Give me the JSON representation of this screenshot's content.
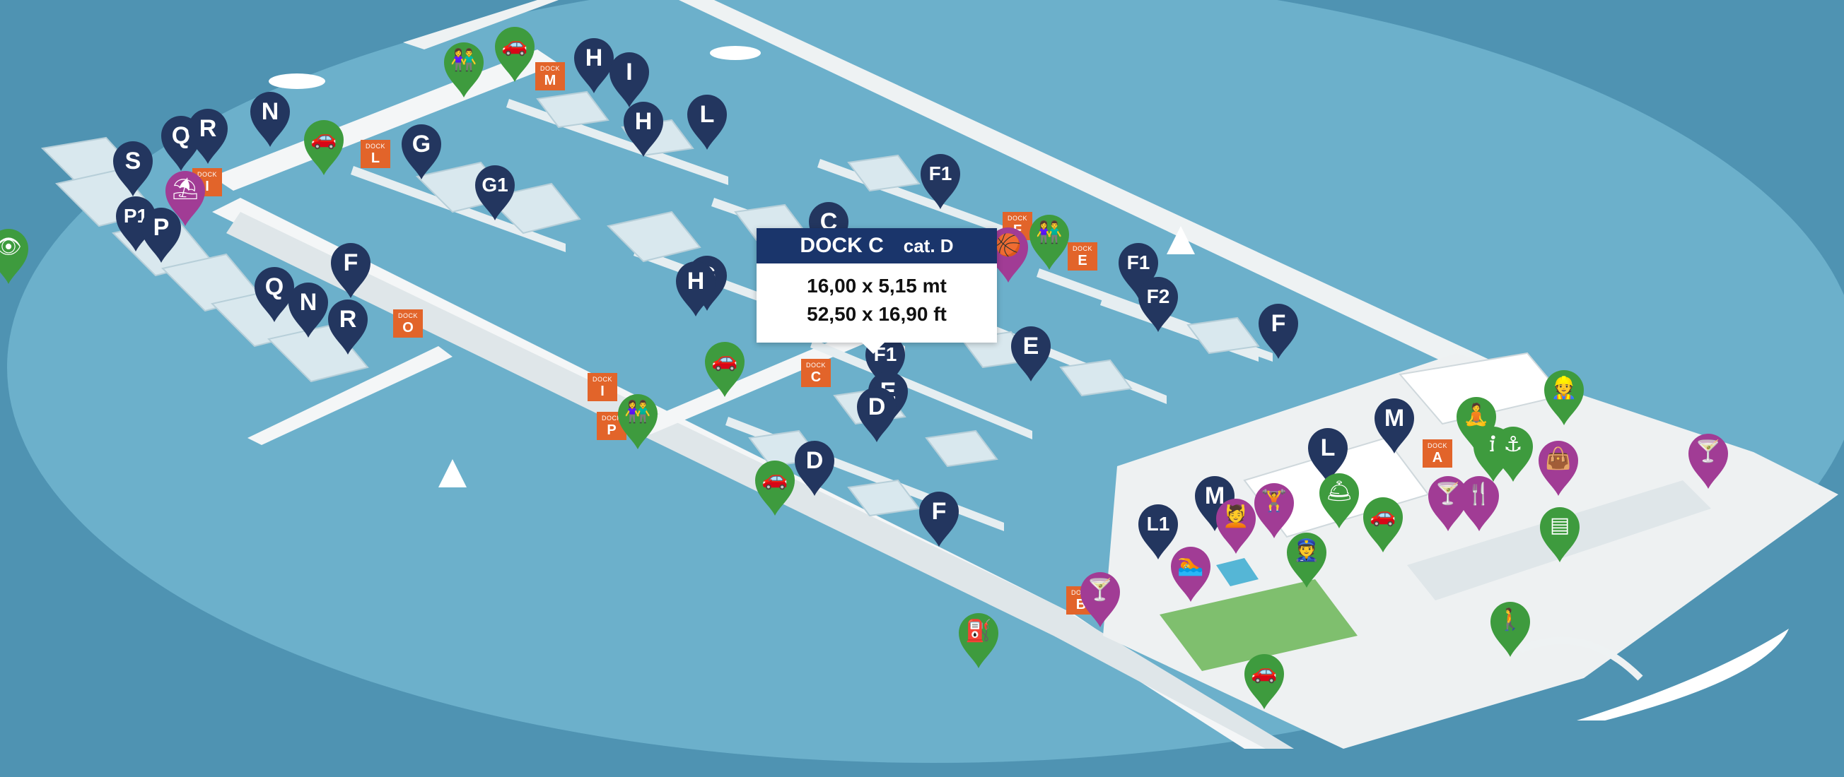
{
  "colors": {
    "sea": "#4f93b2",
    "lagoon": "#6cb0cb",
    "pier": "#f1f4f5",
    "pin_navy": "#23365f",
    "pin_green": "#3e9b3e",
    "pin_magenta": "#a13c95",
    "dock_orange": "#e2642a",
    "popup_header": "#1a356b"
  },
  "popup": {
    "dock": "DOCK C",
    "category": "cat. D",
    "size_metric": "16,00 x 5,15 mt",
    "size_imperial": "52,50 x 16,90 ft"
  },
  "dock_word": "DOCK",
  "dock_markers": [
    {
      "letter": "M"
    },
    {
      "letter": "L"
    },
    {
      "letter": "I"
    },
    {
      "letter": "O"
    },
    {
      "letter": "I"
    },
    {
      "letter": "P"
    },
    {
      "letter": "F"
    },
    {
      "letter": "E"
    },
    {
      "letter": "C"
    },
    {
      "letter": "A"
    },
    {
      "letter": "B"
    }
  ],
  "berth_pins": [
    {
      "label": "H"
    },
    {
      "label": "I"
    },
    {
      "label": "H"
    },
    {
      "label": "L"
    },
    {
      "label": "N"
    },
    {
      "label": "Q"
    },
    {
      "label": "R"
    },
    {
      "label": "S"
    },
    {
      "label": "G"
    },
    {
      "label": "G1"
    },
    {
      "label": "P1"
    },
    {
      "label": "P"
    },
    {
      "label": "Q"
    },
    {
      "label": "N"
    },
    {
      "label": "R"
    },
    {
      "label": "F"
    },
    {
      "label": "F1"
    },
    {
      "label": "C"
    },
    {
      "label": "G"
    },
    {
      "label": "H"
    },
    {
      "label": "F1"
    },
    {
      "label": "E"
    },
    {
      "label": "D"
    },
    {
      "label": "D"
    },
    {
      "label": "E"
    },
    {
      "label": "F1"
    },
    {
      "label": "F2"
    },
    {
      "label": "F"
    },
    {
      "label": "F"
    },
    {
      "label": "L1"
    },
    {
      "label": "M"
    },
    {
      "label": "L"
    },
    {
      "label": "M"
    }
  ],
  "service_pins": [
    {
      "icon": "restroom-icon",
      "glyph": "👫",
      "color": "green"
    },
    {
      "icon": "car-icon",
      "glyph": "🚗",
      "color": "green"
    },
    {
      "icon": "car-icon",
      "glyph": "🚗",
      "color": "green"
    },
    {
      "icon": "eye-icon",
      "glyph": "👁",
      "color": "green"
    },
    {
      "icon": "beach-umbrella-icon",
      "glyph": "⛱",
      "color": "magenta"
    },
    {
      "icon": "car-icon",
      "glyph": "🚗",
      "color": "green"
    },
    {
      "icon": "restroom-icon",
      "glyph": "👫",
      "color": "green"
    },
    {
      "icon": "car-icon",
      "glyph": "🚗",
      "color": "green"
    },
    {
      "icon": "basketball-icon",
      "glyph": "🏀",
      "color": "magenta"
    },
    {
      "icon": "restroom-icon",
      "glyph": "👫",
      "color": "green"
    },
    {
      "icon": "fuel-icon",
      "glyph": "⛽",
      "color": "green"
    },
    {
      "icon": "cocktail-icon",
      "glyph": "🍸",
      "color": "magenta"
    },
    {
      "icon": "pool-icon",
      "glyph": "🏊",
      "color": "magenta"
    },
    {
      "icon": "spa-icon",
      "glyph": "💆",
      "color": "magenta"
    },
    {
      "icon": "gym-icon",
      "glyph": "🏋",
      "color": "magenta"
    },
    {
      "icon": "concierge-icon",
      "glyph": "🛎",
      "color": "green"
    },
    {
      "icon": "security-icon",
      "glyph": "👮",
      "color": "green"
    },
    {
      "icon": "car-icon",
      "glyph": "🚗",
      "color": "green"
    },
    {
      "icon": "cocktail-icon",
      "glyph": "🍸",
      "color": "magenta"
    },
    {
      "icon": "restaurant-icon",
      "glyph": "🍴",
      "color": "magenta"
    },
    {
      "icon": "wellness-icon",
      "glyph": "🧘",
      "color": "green"
    },
    {
      "icon": "info-point-icon",
      "glyph": "ℹ",
      "color": "green"
    },
    {
      "icon": "yacht-club-icon",
      "glyph": "⚓",
      "color": "green"
    },
    {
      "icon": "shopping-icon",
      "glyph": "👜",
      "color": "magenta"
    },
    {
      "icon": "harbour-office-icon",
      "glyph": "👷",
      "color": "green"
    },
    {
      "icon": "cocktail-icon",
      "glyph": "🍸",
      "color": "magenta"
    },
    {
      "icon": "atm-icon",
      "glyph": "▤",
      "color": "green"
    },
    {
      "icon": "walk-icon",
      "glyph": "🚶",
      "color": "green"
    },
    {
      "icon": "car-icon",
      "glyph": "🚗",
      "color": "green"
    }
  ]
}
